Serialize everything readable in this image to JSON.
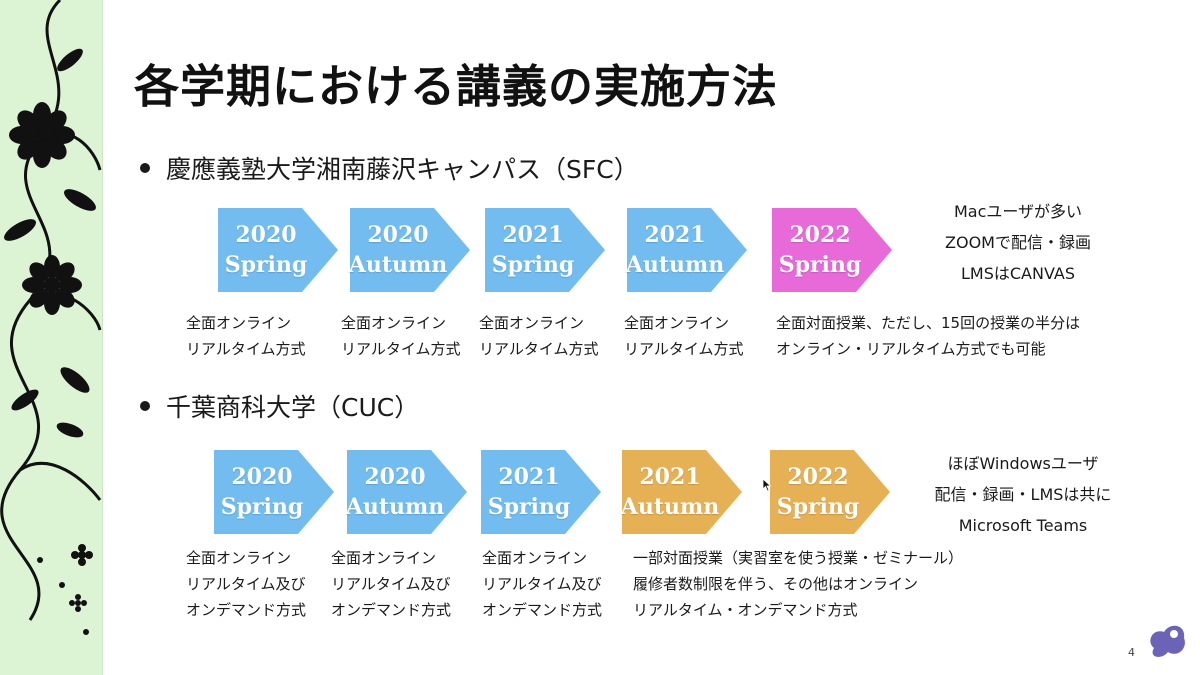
{
  "slide": {
    "title": "各学期における講義の実施方法",
    "page_number": "4"
  },
  "sections": [
    {
      "heading": "慶應義塾大学湘南藤沢キャンパス（SFC）",
      "terms": [
        {
          "year": "2020",
          "season": "Spring",
          "color": "#72bcf0"
        },
        {
          "year": "2020",
          "season": "Autumn",
          "color": "#72bcf0"
        },
        {
          "year": "2021",
          "season": "Spring",
          "color": "#72bcf0"
        },
        {
          "year": "2021",
          "season": "Autumn",
          "color": "#72bcf0"
        },
        {
          "year": "2022",
          "season": "Spring",
          "color": "#e76ad8"
        }
      ],
      "captions": [
        [
          "全面オンライン",
          "リアルタイム方式"
        ],
        [
          "全面オンライン",
          "リアルタイム方式"
        ],
        [
          "全面オンライン",
          "リアルタイム方式"
        ],
        [
          "全面オンライン",
          "リアルタイム方式"
        ],
        [
          "全面対面授業、ただし、15回の授業の半分は",
          "オンライン・リアルタイム方式でも可能"
        ]
      ],
      "notes": [
        "Macユーザが多い",
        "ZOOMで配信・録画",
        "LMSはCANVAS"
      ]
    },
    {
      "heading": "千葉商科大学（CUC）",
      "terms": [
        {
          "year": "2020",
          "season": "Spring",
          "color": "#72bcf0"
        },
        {
          "year": "2020",
          "season": "Autumn",
          "color": "#72bcf0"
        },
        {
          "year": "2021",
          "season": "Spring",
          "color": "#72bcf0"
        },
        {
          "year": "2021",
          "season": "Autumn",
          "color": "#e6b055"
        },
        {
          "year": "2022",
          "season": "Spring",
          "color": "#e6b055"
        }
      ],
      "captions": [
        [
          "全面オンライン",
          "リアルタイム及び",
          "オンデマンド方式"
        ],
        [
          "全面オンライン",
          "リアルタイム及び",
          "オンデマンド方式"
        ],
        [
          "全面オンライン",
          "リアルタイム及び",
          "オンデマンド方式"
        ],
        [
          "一部対面授業（実習室を使う授業・ゼミナール）",
          "履修者数制限を伴う、その他はオンライン",
          "リアルタイム・オンデマンド方式"
        ]
      ],
      "notes": [
        "ほぼWindowsユーザ",
        "配信・録画・LMSは共に",
        "Microsoft Teams"
      ]
    }
  ],
  "colors": {
    "online": "#72bcf0",
    "sfc_in_person": "#e76ad8",
    "cuc_in_person": "#e6b055",
    "left_band": "#dcf3d4"
  }
}
